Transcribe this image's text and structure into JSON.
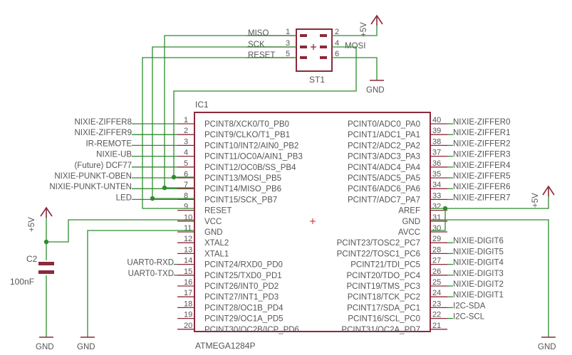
{
  "ic": {
    "name": "IC1",
    "part": "ATMEGA1284P",
    "left_pins": [
      {
        "num": "1",
        "name": "PCINT8/XCK0/T0_PB0"
      },
      {
        "num": "2",
        "name": "PCINT9/CLKO/T1_PB1"
      },
      {
        "num": "3",
        "name": "PCINT10/INT2/AIN0_PB2"
      },
      {
        "num": "4",
        "name": "PCINT11/OC0A/AIN1_PB3"
      },
      {
        "num": "5",
        "name": "PCINT12/OC0B/SS_PB4"
      },
      {
        "num": "6",
        "name": "PCINT13/MOSI_PB5"
      },
      {
        "num": "7",
        "name": "PCINT14/MISO_PB6"
      },
      {
        "num": "8",
        "name": "PCINT15/SCK_PB7"
      },
      {
        "num": "9",
        "name": "RESET"
      },
      {
        "num": "10",
        "name": "VCC"
      },
      {
        "num": "11",
        "name": "GND"
      },
      {
        "num": "12",
        "name": "XTAL2"
      },
      {
        "num": "13",
        "name": "XTAL1"
      },
      {
        "num": "14",
        "name": "PCINT24/RXD0_PD0"
      },
      {
        "num": "15",
        "name": "PCINT25/TXD0_PD1"
      },
      {
        "num": "16",
        "name": "PCINT26/INT0_PD2"
      },
      {
        "num": "17",
        "name": "PCINT27/INT1_PD3"
      },
      {
        "num": "18",
        "name": "PCINT28/OC1B_PD4"
      },
      {
        "num": "19",
        "name": "PCINT29/OC1A_PD5"
      },
      {
        "num": "20",
        "name": "PCINT30/OC2B/ICP_PD6"
      }
    ],
    "right_pins": [
      {
        "num": "40",
        "name": "PCINT0/ADC0_PA0"
      },
      {
        "num": "39",
        "name": "PCINT1/ADC1_PA1"
      },
      {
        "num": "38",
        "name": "PCINT2/ADC2_PA2"
      },
      {
        "num": "37",
        "name": "PCINT3/ADC3_PA3"
      },
      {
        "num": "36",
        "name": "PCINT4/ADC4_PA4"
      },
      {
        "num": "35",
        "name": "PCINT5/ADC5_PA5"
      },
      {
        "num": "34",
        "name": "PCINT6/ADC6_PA6"
      },
      {
        "num": "33",
        "name": "PCINT7/ADC7_PA7"
      },
      {
        "num": "32",
        "name": "AREF"
      },
      {
        "num": "31",
        "name": "GND"
      },
      {
        "num": "30",
        "name": "AVCC"
      },
      {
        "num": "29",
        "name": "PCINT23/TOSC2_PC7"
      },
      {
        "num": "28",
        "name": "PCINT22/TOSC1_PC6"
      },
      {
        "num": "27",
        "name": "PCINT21/TDI_PC5"
      },
      {
        "num": "26",
        "name": "PCINT20/TDO_PC4"
      },
      {
        "num": "25",
        "name": "PCINT19/TMS_PC3"
      },
      {
        "num": "24",
        "name": "PCINT18/TCK_PC2"
      },
      {
        "num": "23",
        "name": "PCINT17/SDA_PC1"
      },
      {
        "num": "22",
        "name": "PCINT16/SCL_PC0"
      },
      {
        "num": "21",
        "name": "PCINT31/OC2A_PD7"
      }
    ]
  },
  "nets_left": [
    "NIXIE-ZIFFER8",
    "NIXIE-ZIFFER9",
    "IR-REMOTE",
    "NIXIE-UB",
    "(Future)  DCF77",
    "NIXIE-PUNKT-OBEN",
    "NIXIE-PUNKT-UNTEN",
    "LED"
  ],
  "nets_uart": [
    "UART0-RXD",
    "UART0-TXD"
  ],
  "nets_right_a": [
    "NIXIE-ZIFFER0",
    "NIXIE-ZIFFER1",
    "NIXIE-ZIFFER2",
    "NIXIE-ZIFFER3",
    "NIXIE-ZIFFER4",
    "NIXIE-ZIFFER5",
    "NIXIE-ZIFFER6",
    "NIXIE-ZIFFER7"
  ],
  "nets_right_c": [
    "NIXIE-DIGIT6",
    "NIXIE-DIGIT5",
    "NIXIE-DIGIT4",
    "NIXIE-DIGIT3",
    "NIXIE-DIGIT2",
    "NIXIE-DIGIT1",
    "I2C-SDA",
    "I2C-SCL"
  ],
  "header": {
    "name": "ST1",
    "pins_left": [
      {
        "num": "1",
        "label": "MISO"
      },
      {
        "num": "3",
        "label": "SCK"
      },
      {
        "num": "5",
        "label": "RESET"
      }
    ],
    "pins_right": [
      {
        "num": "2",
        "label": ""
      },
      {
        "num": "4",
        "label": "MOSI"
      },
      {
        "num": "6",
        "label": ""
      }
    ]
  },
  "power": {
    "vcc_label": "+5V",
    "gnd_label": "GND"
  },
  "capacitor": {
    "name": "C2",
    "value": "100nF"
  }
}
